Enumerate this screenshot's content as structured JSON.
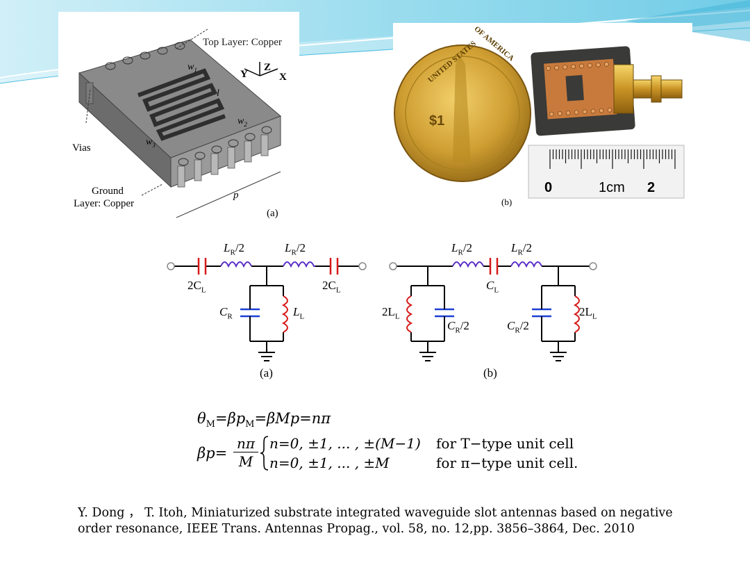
{
  "figure_a": {
    "top_label": "Top Layer: Copper",
    "w1": "w",
    "w1_sub": "1",
    "w2": "w",
    "w2_sub": "2",
    "w3": "w",
    "w3_sub": "3",
    "l": "l",
    "p": "p",
    "axis_y": "Y",
    "axis_z": "Z",
    "axis_x": "X",
    "vias": "Vias",
    "ground_line1": "Ground",
    "ground_line2": "Layer: Copper",
    "panel_label": "(a)"
  },
  "figure_b": {
    "coin_text_top": "OF AMERICA",
    "coin_text_left": "UNITED STATES",
    "coin_value": "$1",
    "ruler_0": "0",
    "ruler_1cm": "1cm",
    "ruler_2": "2",
    "panel_label": "(b)"
  },
  "circuit": {
    "a": {
      "lr_left": "L",
      "lr_left_sub": "R",
      "lr_left_tail": "/2",
      "lr_right": "L",
      "lr_right_sub": "R",
      "lr_right_tail": "/2",
      "c_left": "2C",
      "c_left_sub": "L",
      "c_right": "2C",
      "c_right_sub": "L",
      "cr": "C",
      "cr_sub": "R",
      "ll": "L",
      "ll_sub": "L",
      "label": "(a)"
    },
    "b": {
      "lr_left": "L",
      "lr_left_sub": "R",
      "lr_left_tail": "/2",
      "lr_right": "L",
      "lr_right_sub": "R",
      "lr_right_tail": "/2",
      "cl": "C",
      "cl_sub": "L",
      "ll_left": "2L",
      "ll_left_sub": "L",
      "cr_left": "C",
      "cr_left_sub": "R",
      "cr_left_tail": "/2",
      "cr_right": "C",
      "cr_right_sub": "R",
      "cr_right_tail": "/2",
      "ll_right": "2L",
      "ll_right_sub": "L",
      "label": "(b)"
    }
  },
  "equations": {
    "line1": "θ",
    "line1_sub": "M",
    "line1_rest": "=βp",
    "line1_sub2": "M",
    "line1_rest2": "=βMp=nπ",
    "beta_p": "βp=",
    "frac_num": "nπ",
    "frac_den": "M",
    "case1": "n=0, ±1, ... , ±(M−1)",
    "case1_desc": "for T−type unit cell",
    "case2": "n=0, ±1, ... , ±M",
    "case2_desc": "for π−type unit cell."
  },
  "citation": {
    "line1": "Y. Dong ， T. Itoh, Miniaturized substrate integrated waveguide slot antennas based on negative",
    "line2": "order resonance, IEEE Trans. Antennas Propag., vol. 58, no. 12,pp. 3856–3864, Dec. 2010"
  },
  "colors": {
    "accent_blue": "#5ec8e4",
    "inductor_red": "#d81818",
    "capacitor_blue": "#1a3fd6",
    "inductor_purple": "#5a2ec8",
    "coin_gold": "#c99a2a",
    "pcb_dark": "#3a3a38",
    "copper": "#c87a3c"
  }
}
